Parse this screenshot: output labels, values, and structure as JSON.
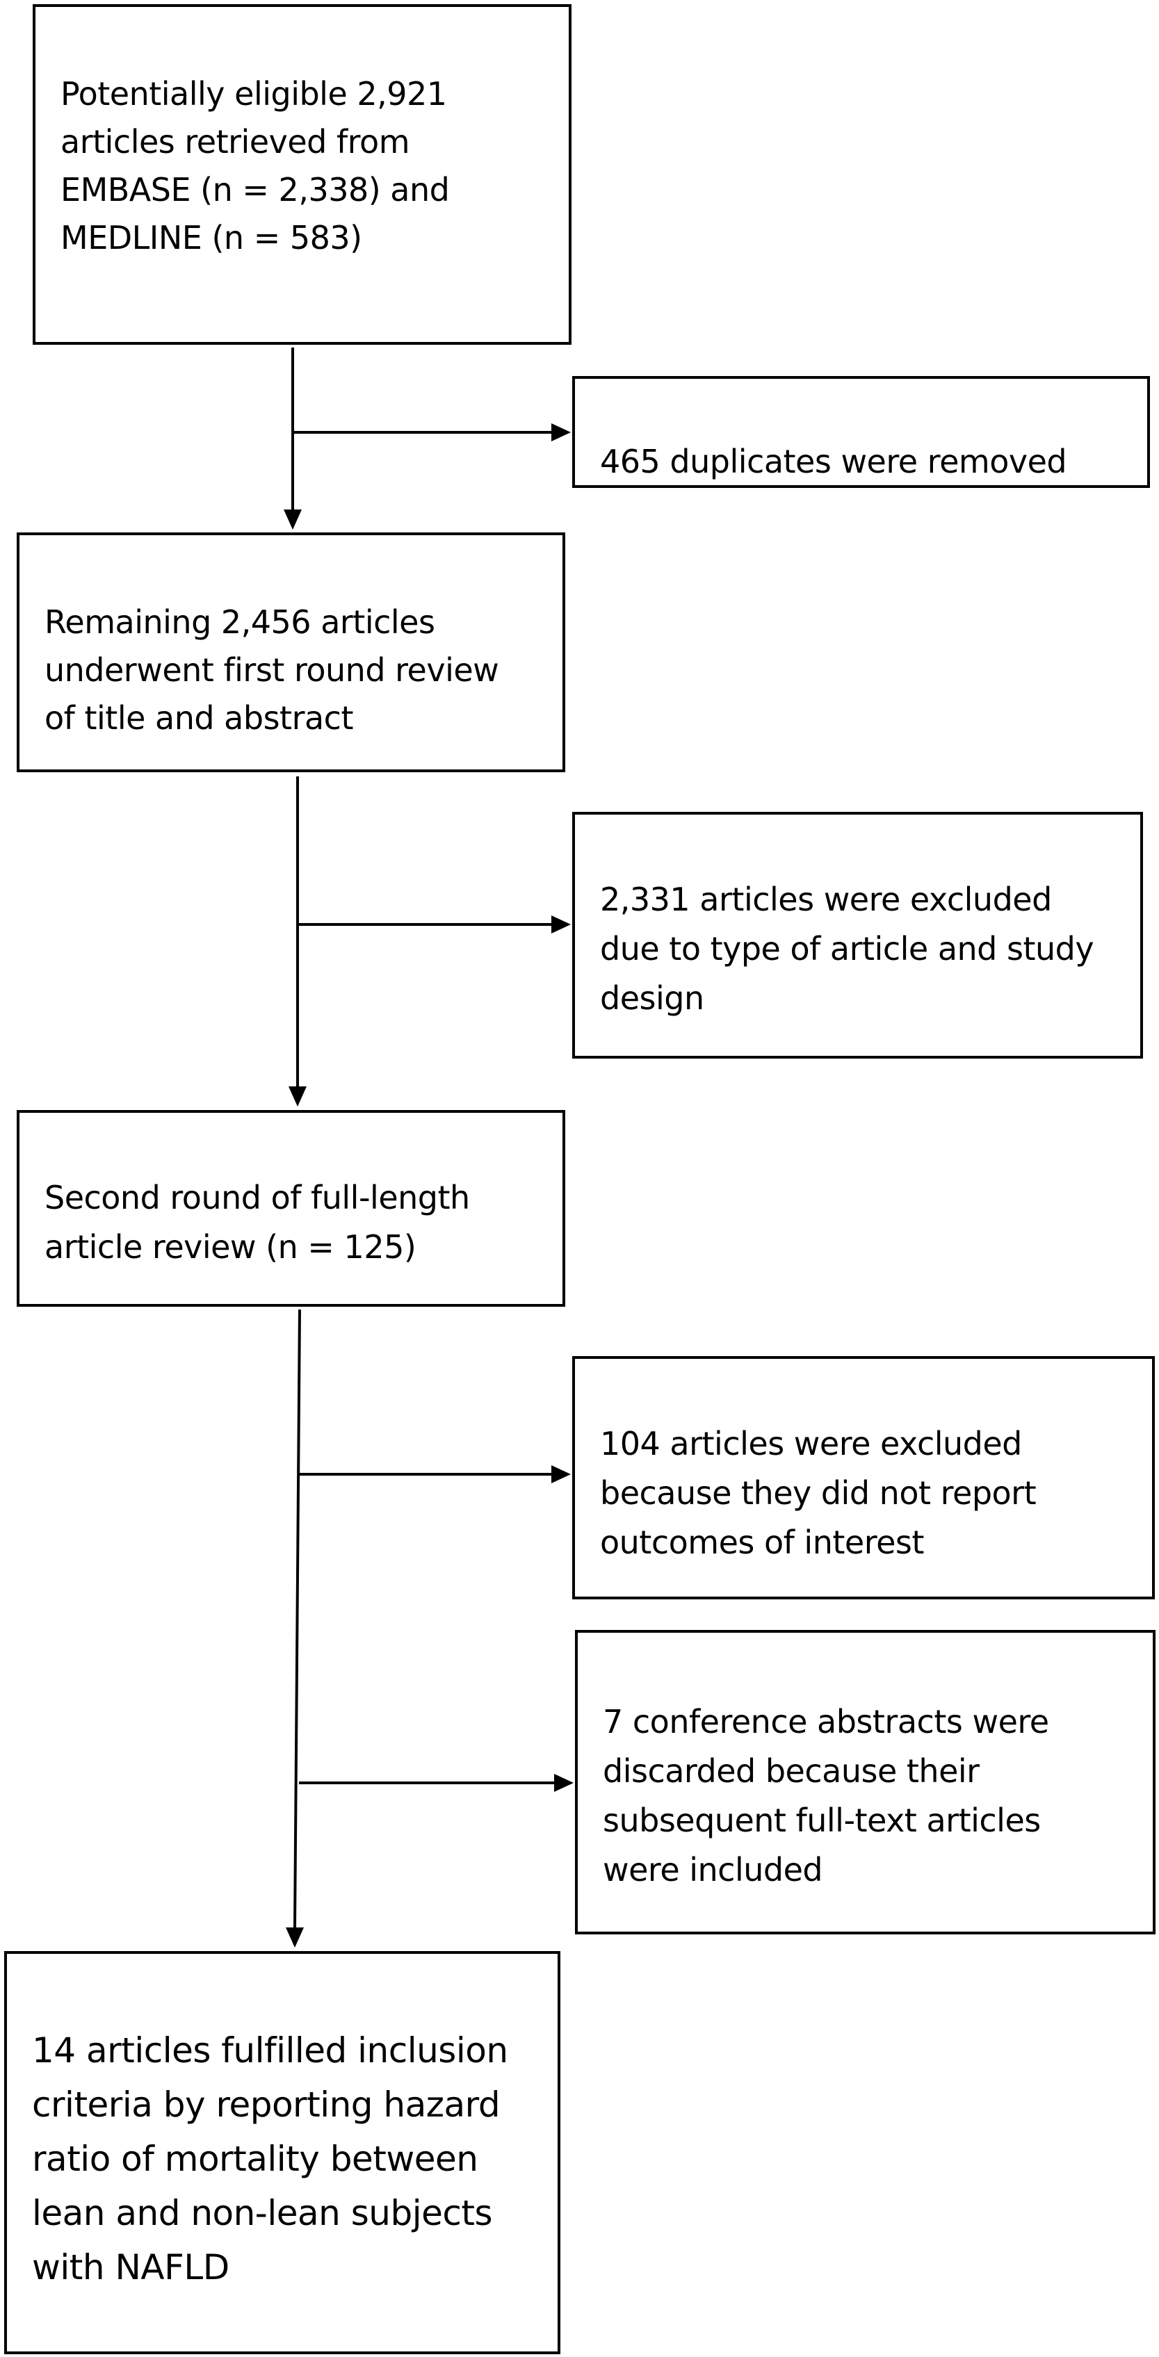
{
  "flowchart": {
    "boxes": [
      {
        "id": "b1",
        "text": "Potentially eligible 2,921\narticles retrieved from\nEMBASE (n = 2,338) and\nMEDLINE (n = 583)"
      },
      {
        "id": "b2",
        "text": "465 duplicates were removed"
      },
      {
        "id": "b3",
        "text": "Remaining 2,456 articles\nunderwent first round review\nof title and abstract"
      },
      {
        "id": "b4",
        "text": "2,331 articles were excluded\ndue to type of article and study\ndesign"
      },
      {
        "id": "b5",
        "text": "Second round of full-length\narticle review (n = 125)"
      },
      {
        "id": "b6",
        "text": "104 articles were excluded\nbecause they did not report\noutcomes of interest"
      },
      {
        "id": "b7",
        "text": "7 conference abstracts were\ndiscarded because their\nsubsequent full-text articles\nwere included"
      },
      {
        "id": "b8",
        "text": "14 articles fulfilled inclusion\ncriteria by reporting hazard\nratio of mortality between\nlean and non-lean subjects\nwith NAFLD"
      }
    ]
  },
  "colors": {
    "line": "#000000",
    "box_border": "#000000",
    "background": "#ffffff"
  }
}
